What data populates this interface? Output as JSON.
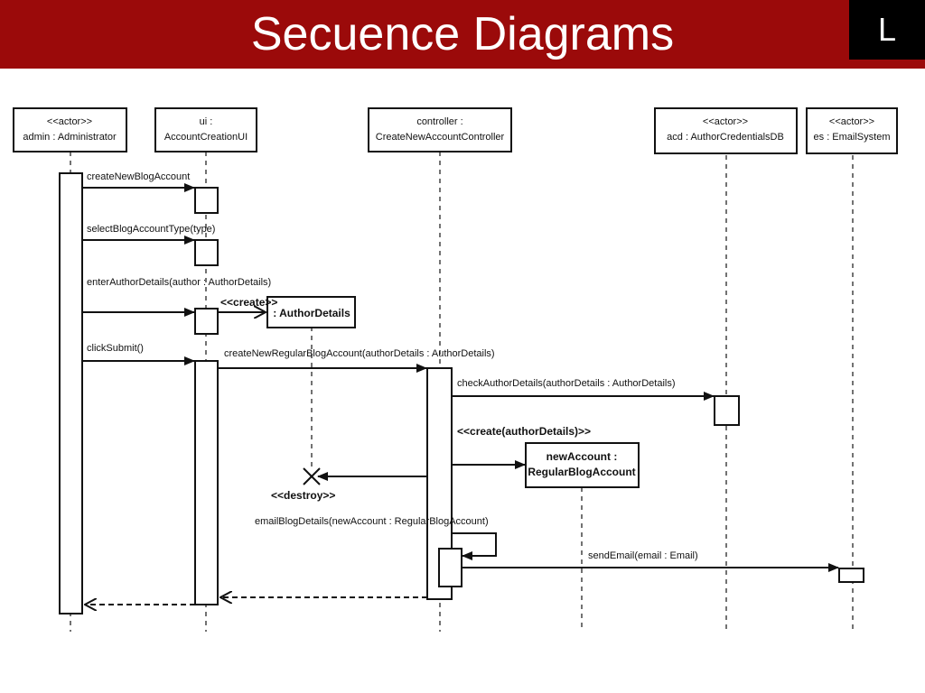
{
  "slide": {
    "title": "Secuence Diagrams",
    "corner_label": "L"
  },
  "diagram": {
    "lifelines": [
      {
        "stereotype": "<<actor>>",
        "name": "admin : Administrator"
      },
      {
        "stereotype": "ui :",
        "name": "AccountCreationUI"
      },
      {
        "stereotype": "controller :",
        "name": "CreateNewAccountController"
      },
      {
        "stereotype": "<<actor>>",
        "name": "acd : AuthorCredentialsDB"
      },
      {
        "stereotype": "<<actor>>",
        "name": "es : EmailSystem"
      }
    ],
    "created_objects": {
      "author_details": ": AuthorDetails",
      "new_account_line1": "newAccount :",
      "new_account_line2": "RegularBlogAccount"
    },
    "messages": {
      "m1": "createNewBlogAccount",
      "m2": "selectBlogAccountType(type)",
      "m3": "enterAuthorDetails(author : AuthorDetails)",
      "create1": "<<create>>",
      "m4": "clickSubmit()",
      "m5": "createNewRegularBlogAccount(authorDetails : AuthorDetails)",
      "m6": "checkAuthorDetails(authorDetails : AuthorDetails)",
      "create2": "<<create(authorDetails)>>",
      "destroy": "<<destroy>>",
      "m7": "emailBlogDetails(newAccount : RegularBlogAccount)",
      "m8": "sendEmail(email : Email)"
    }
  }
}
